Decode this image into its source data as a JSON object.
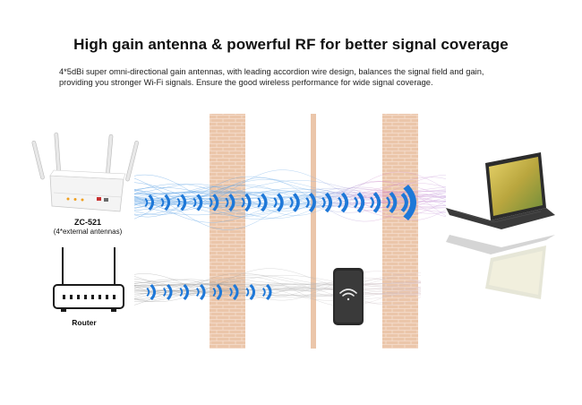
{
  "headline": "High gain antenna & powerful RF for better signal coverage",
  "description": {
    "line1": "4*5dBi super omni-directional gain antennas,   with leading accordion wire design, balances the signal field and gain,",
    "line2": "providing you stronger Wi-Fi signals. Ensure the good wireless performance for wide signal coverage."
  },
  "devices": {
    "model": "ZC-521",
    "antenna_note": "(4*external antennas)",
    "router": "Router"
  },
  "colors": {
    "signal_blue": "#1e78d8",
    "wall": "#e9c3a6",
    "wave_pink": "#d88fc8",
    "wave_blue": "#5aa8e8"
  }
}
